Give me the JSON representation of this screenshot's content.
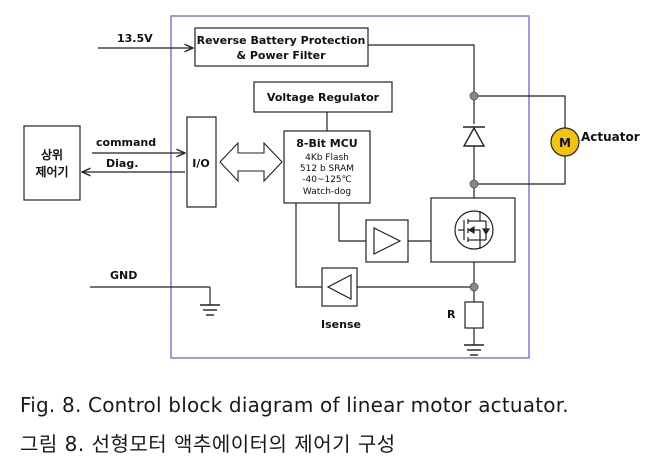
{
  "diagram": {
    "supply_label": "13.5V",
    "reverse_protection_line1": "Reverse Battery Protection",
    "reverse_protection_line2": "& Power Filter",
    "voltage_regulator": "Voltage Regulator",
    "mcu_title": "8-Bit MCU",
    "mcu_specs": [
      "4Kb Flash",
      "512 b SRAM",
      "-40~125℃",
      "Watch-dog"
    ],
    "host_controller_line1": "상위",
    "host_controller_line2": "제어기",
    "command_label": "command",
    "diag_label": "Diag.",
    "io_label": "I/O",
    "motor_label": "M",
    "actuator_label": "Actuator",
    "gnd_label": "GND",
    "isense_label": "Isense",
    "resistor_label": "R"
  },
  "caption": {
    "english": "Fig.  8. Control block diagram of linear motor actuator.",
    "korean": "그림 8. 선형모터 액추에이터의 제어기 구성"
  },
  "colors": {
    "module_border": "#7b7bd8",
    "motor_fill": "#f2c40c",
    "junction": "#888888",
    "line": "#222222"
  }
}
